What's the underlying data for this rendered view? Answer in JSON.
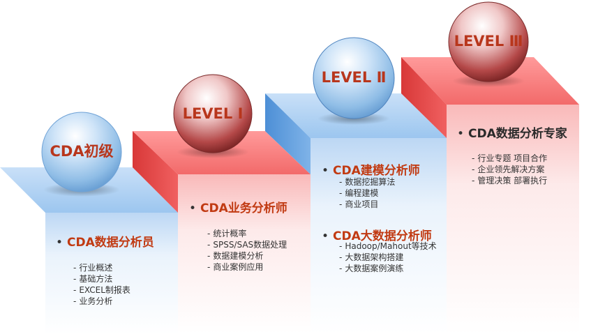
{
  "colors": {
    "blue_step": "#9cc6ef",
    "red_step": "#f26a6a",
    "title_red": "#c13a12",
    "title_dark": "#2a2a2a",
    "blue_orb": "#8fbde6",
    "red_orb": "#b44848"
  },
  "stages": [
    {
      "orb_label": "CDA初级",
      "blocks": [
        {
          "title": "CDA数据分析员",
          "items": [
            "行业概述",
            "基础方法",
            "EXCEL制报表",
            "业务分析"
          ]
        }
      ]
    },
    {
      "orb_label": "LEVEL Ⅰ",
      "blocks": [
        {
          "title": "CDA业务分析师",
          "items": [
            "统计概率",
            "SPSS/SAS数据处理",
            "数据建模分析",
            "商业案例应用"
          ]
        }
      ]
    },
    {
      "orb_label": "LEVEL Ⅱ",
      "blocks": [
        {
          "title": "CDA建模分析师",
          "items": [
            "数据挖掘算法",
            "编程建模",
            "商业项目"
          ]
        },
        {
          "title": "CDA大数据分析师",
          "items": [
            "Hadoop/Mahout等技术",
            "大数据架构搭建",
            "大数据案例演练"
          ]
        }
      ]
    },
    {
      "orb_label": "LEVEL Ⅲ",
      "blocks": [
        {
          "title": "CDA数据分析专家",
          "items": [
            "行业专题 项目合作",
            "企业领先解决方案",
            "管理决策 部署执行"
          ]
        }
      ]
    }
  ]
}
